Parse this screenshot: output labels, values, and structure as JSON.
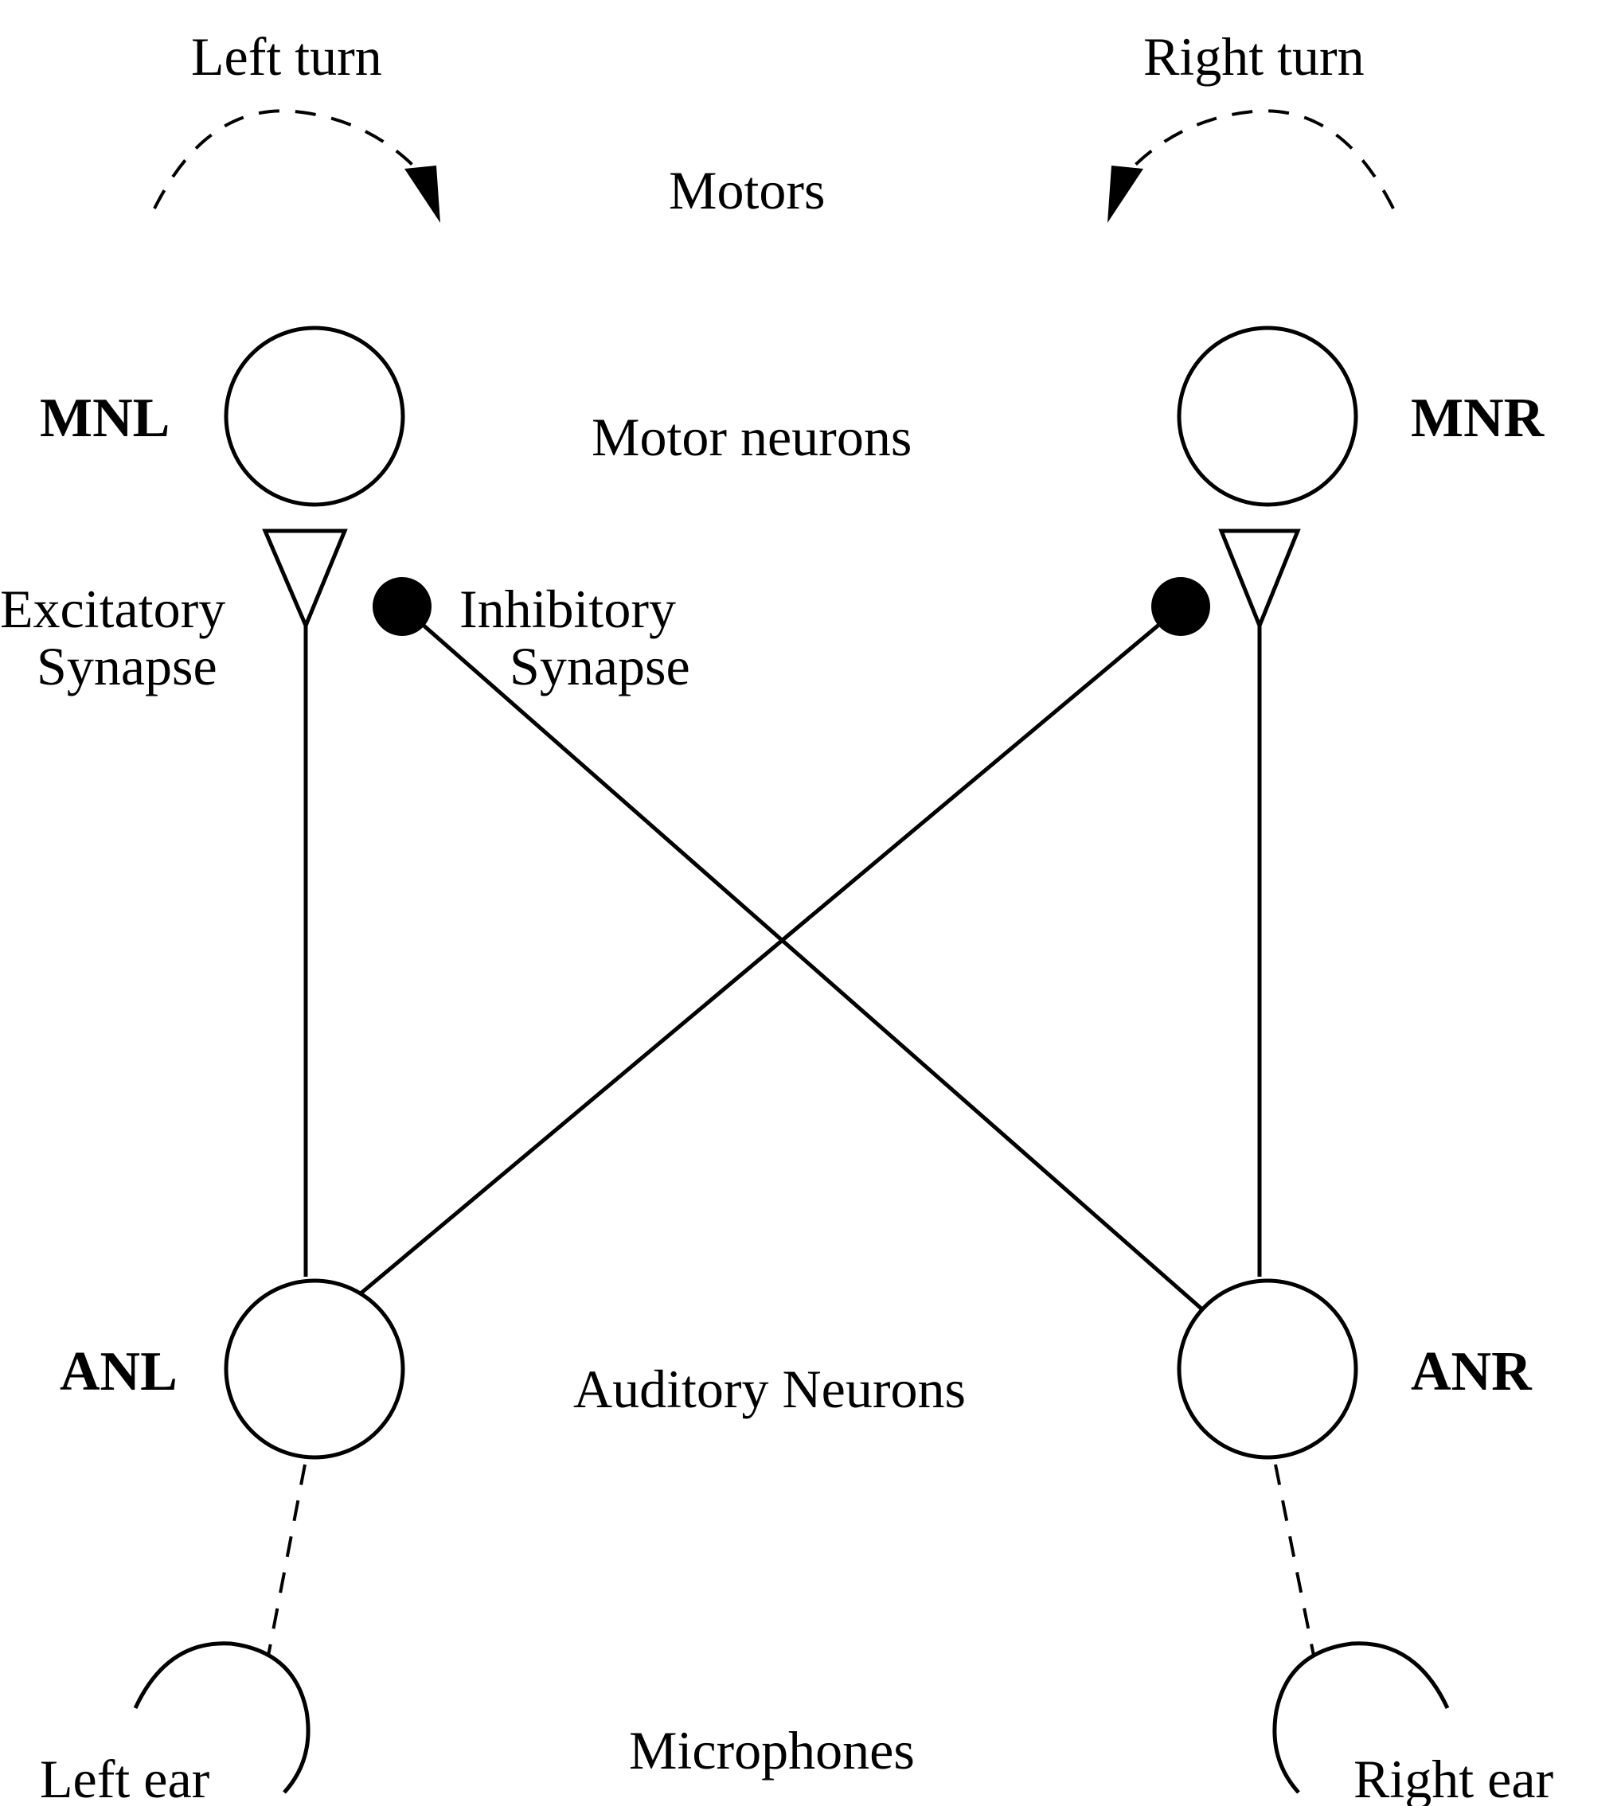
{
  "labels": {
    "left_turn": "Left turn",
    "right_turn": "Right turn",
    "motors": "Motors",
    "motor_neurons": "Motor neurons",
    "excitatory_line1": "Excitatory",
    "excitatory_line2": "Synapse",
    "inhibitory_line1": "Inhibitory",
    "inhibitory_line2": "Synapse",
    "auditory_neurons": "Auditory Neurons",
    "microphones": "Microphones",
    "left_ear": "Left ear",
    "right_ear": "Right ear"
  },
  "nodes": {
    "mnl": "MNL",
    "mnr": "MNR",
    "anl": "ANL",
    "anr": "ANR"
  },
  "edges": [
    {
      "from": "ANL",
      "to": "MNL",
      "type": "excitatory"
    },
    {
      "from": "ANR",
      "to": "MNR",
      "type": "excitatory"
    },
    {
      "from": "ANR",
      "to": "MNL",
      "type": "inhibitory"
    },
    {
      "from": "ANL",
      "to": "MNR",
      "type": "inhibitory"
    }
  ]
}
